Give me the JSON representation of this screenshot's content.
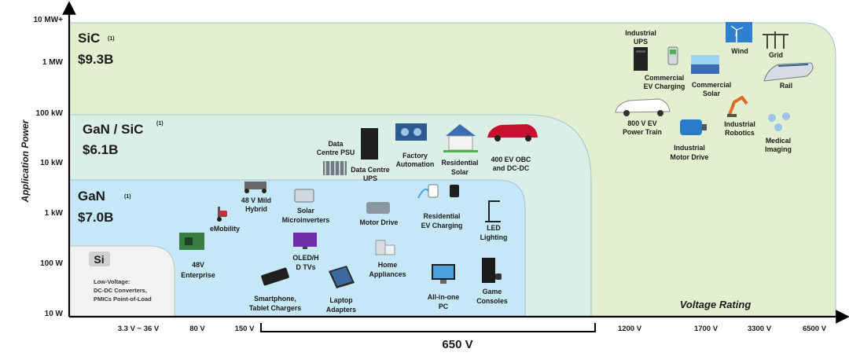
{
  "axes": {
    "y_label": "Application Power",
    "y_ticks": [
      "10 MW+",
      "1 MW",
      "100 kW",
      "10 kW",
      "1 kW",
      "100 W",
      "10 W"
    ],
    "x_ticks": [
      "3.3 V ~ 36 V",
      "80 V",
      "150 V",
      "1200 V",
      "1700 V",
      "3300 V",
      "6500 V"
    ],
    "x_bracket_label": "650 V",
    "voltage_rating_label": "Voltage Rating"
  },
  "regions": {
    "sic": {
      "name": "SiC",
      "note": "(1)",
      "value": "$9.3B",
      "color": "#e3f0cf"
    },
    "gan_sic": {
      "name": "GaN / SiC",
      "note": "(1)",
      "value": "$6.1B",
      "color": "#dcefe6"
    },
    "gan": {
      "name": "GaN",
      "note": "(1)",
      "value": "$7.0B",
      "color": "#c6e8f6"
    },
    "si": {
      "name": "Si",
      "desc_lines": [
        "Low-Voltage:",
        "DC-DC Converters,",
        "PMICs Point-of-Load"
      ],
      "color": "#f2f2f2"
    }
  },
  "applications": {
    "sic": [
      {
        "id": "industrial-ups",
        "lines": [
          "Industrial",
          "UPS"
        ]
      },
      {
        "id": "commercial-ev-charging",
        "lines": [
          "Commercial",
          "EV Charging"
        ]
      },
      {
        "id": "commercial-solar",
        "lines": [
          "Commercial",
          "Solar"
        ]
      },
      {
        "id": "wind",
        "lines": [
          "Wind"
        ]
      },
      {
        "id": "grid",
        "lines": [
          "Grid"
        ]
      },
      {
        "id": "rail",
        "lines": [
          "Rail"
        ]
      },
      {
        "id": "800v-ev-power-train",
        "lines": [
          "800 V EV",
          "Power Train"
        ]
      },
      {
        "id": "industrial-motor-drive",
        "lines": [
          "Industrial",
          "Motor Drive"
        ]
      },
      {
        "id": "industrial-robotics",
        "lines": [
          "Industrial",
          "Robotics"
        ]
      },
      {
        "id": "medical-imaging",
        "lines": [
          "Medical",
          "Imaging"
        ]
      }
    ],
    "gan_sic": [
      {
        "id": "data-centre-psu",
        "lines": [
          "Data",
          "Centre PSU"
        ]
      },
      {
        "id": "data-centre-ups",
        "lines": [
          "Data Centre",
          "UPS"
        ]
      },
      {
        "id": "factory-automation",
        "lines": [
          "Factory",
          "Automation"
        ]
      },
      {
        "id": "residential-solar",
        "lines": [
          "Residential",
          "Solar"
        ]
      },
      {
        "id": "400-ev-obc",
        "lines": [
          "400 EV OBC",
          "and DC-DC"
        ]
      }
    ],
    "gan": [
      {
        "id": "48v-mild-hybrid",
        "lines": [
          "48 V Mild",
          "Hybrid"
        ]
      },
      {
        "id": "solar-microinverters",
        "lines": [
          "Solar",
          "Microinverters"
        ]
      },
      {
        "id": "motor-drive",
        "lines": [
          "Motor Drive"
        ]
      },
      {
        "id": "residential-ev-charging",
        "lines": [
          "Residential",
          "EV Charging"
        ]
      },
      {
        "id": "led-lighting",
        "lines": [
          "LED",
          "Lighting"
        ]
      },
      {
        "id": "emobility",
        "lines": [
          "eMobility"
        ]
      },
      {
        "id": "48v-enterprise",
        "lines": [
          "48V",
          "Enterprise"
        ]
      },
      {
        "id": "oled-tvs",
        "lines": [
          "OLED/H",
          "D TVs"
        ]
      },
      {
        "id": "home-appliances",
        "lines": [
          "Home",
          "Appliances"
        ]
      },
      {
        "id": "smartphone-chargers",
        "lines": [
          "Smartphone,",
          "Tablet Chargers"
        ]
      },
      {
        "id": "laptop-adapters",
        "lines": [
          "Laptop",
          "Adapters"
        ]
      },
      {
        "id": "all-in-one-pc",
        "lines": [
          "All-in-one",
          "PC"
        ]
      },
      {
        "id": "game-consoles",
        "lines": [
          "Game",
          "Consoles"
        ]
      }
    ]
  }
}
